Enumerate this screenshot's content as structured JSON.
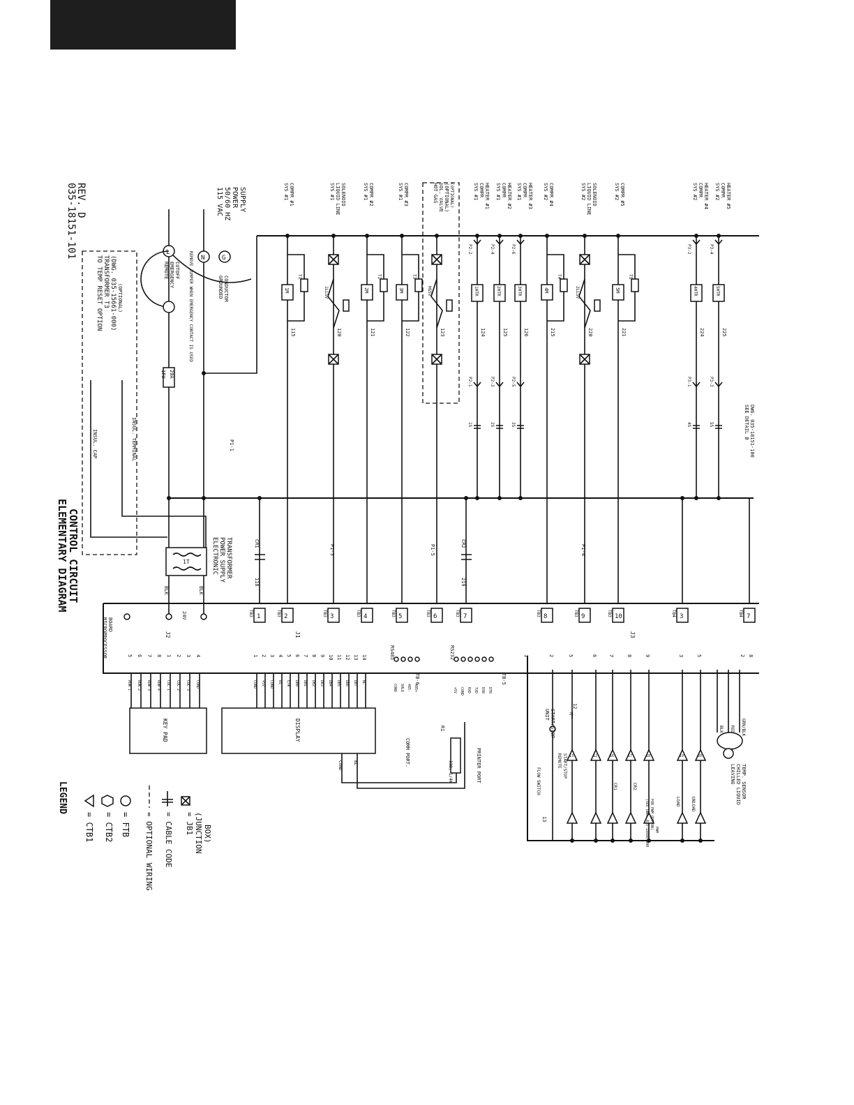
{
  "header": {
    "drawing_number": "035-18151-101",
    "revision": "REV. D"
  },
  "title": {
    "line1": "ELEMENTARY DIAGRAM",
    "line2": "CONTROL CIRCUIT"
  },
  "power": {
    "supply": [
      "115 VAC",
      "50/60 HZ",
      "POWER",
      "SUPPLY"
    ],
    "remote_cutoff": [
      "REMOTE",
      "EMERGENCY",
      "CUTOFF"
    ],
    "jumper_note": "REMOVE JUMPER WHEN EMERGENCY CONTACT IS USED",
    "ground": [
      "GROUNDED",
      "CONDUCTOR"
    ],
    "temp_reset": [
      "TO TEMP RESET OPTION",
      "TRANSFORMER T3",
      "(DWG. 035-15661-000)",
      "(OPTIONAL)"
    ],
    "insul_cap": "INSUL. CAP",
    "insul_terminal": "INSUL. TERMINAL",
    "transformer": [
      "ELECTRONIC",
      "POWER SUPPLY",
      "TRANSFORMER"
    ],
    "fuse": "1FU",
    "fuse_rating": "20A",
    "terminals": {
      "L": "L",
      "N": "N",
      "G": "G"
    },
    "voltage_24": "24V",
    "blk": "BLK",
    "wire_1": "1",
    "wire_2": "2",
    "wire_3": "3",
    "transformer_id": "1T",
    "micro_board": [
      "MICROPROCESSOR",
      "BOARD"
    ],
    "p1_1": "P1-1"
  },
  "loads": [
    {
      "label": [
        "SYS #1",
        "COMPR #1"
      ],
      "wire": "115",
      "device": "1M",
      "tb": "TB3",
      "tbn": "2"
    },
    {
      "label": [
        "SYS #1",
        "LIQUID LINE",
        "SOLENOID"
      ],
      "wire": "120",
      "device": "1LLSV",
      "tb": "TB3",
      "tbn": "3"
    },
    {
      "label": [
        "SYS #1",
        "COMPR #2"
      ],
      "wire": "121",
      "device": "2M",
      "tb": "TB3",
      "tbn": "4"
    },
    {
      "label": [
        "SYS #1",
        "COMPR #3"
      ],
      "wire": "122",
      "device": "3M",
      "tb": "TB3",
      "tbn": "5"
    },
    {
      "label": [
        "HOT GAS",
        "SOL. VALVE",
        "(OPTIONAL)"
      ],
      "wire": "123",
      "device": "HGSV",
      "tb": "TB3",
      "tbn": "6"
    },
    {
      "label": [
        "SYS #1",
        "COMPR",
        "HEATER #1"
      ],
      "wire": "124",
      "device": "1HTR",
      "tb": "",
      "tbn": ""
    },
    {
      "label": [
        "SYS #1",
        "COMPR",
        "HEATER #2"
      ],
      "wire": "125",
      "device": "2HTR",
      "tb": "",
      "tbn": ""
    },
    {
      "label": [
        "SYS #1",
        "COMPR",
        "HEATER #3"
      ],
      "wire": "126",
      "device": "3HTR",
      "tb": "",
      "tbn": ""
    },
    {
      "label": [
        "SYS #2",
        "COMPR #4"
      ],
      "wire": "215",
      "device": "4M",
      "tb": "TB3",
      "tbn": "8"
    },
    {
      "label": [
        "SYS #2",
        "LIQUID LINE",
        "SOLENOID"
      ],
      "wire": "220",
      "device": "2LLSV",
      "tb": "TB3",
      "tbn": "9"
    },
    {
      "label": [
        "SYS #2",
        "COMPR #5"
      ],
      "wire": "221",
      "device": "5M",
      "tb": "TB3",
      "tbn": "10"
    },
    {
      "label": [
        "SYS #2",
        "COMPR",
        "HEATER #4"
      ],
      "wire": "224",
      "device": "4HTR",
      "tb": "",
      "tbn": ""
    },
    {
      "label": [
        "SYS #2",
        "COMPR",
        "HEATER #5"
      ],
      "wire": "225",
      "device": "5HTR",
      "tb": "",
      "tbn": ""
    }
  ],
  "misc_labels": {
    "cr1": "CR1",
    "cr2": "CR2",
    "w118": "118",
    "w219": "219",
    "p1_3": "P1-3",
    "p1_5": "P1-5",
    "p1_4": "P1-4",
    "tb3_1": "TB3",
    "tb3_1n": "1",
    "tb3_7": "TB3",
    "tb3_7n": "7",
    "tb4_3": "TB4",
    "tb4_3n": "3",
    "tb4_7": "TB4",
    "tb4_7n": "7",
    "see_detail": [
      "SEE DETAIL B",
      "DWG. 035-18151-100"
    ],
    "p2_1": "P2-1",
    "p2_2": "P2-2",
    "p2_3": "P2-3",
    "p2_4": "P2-4",
    "p2_5": "P2-5",
    "p2_6": "P2-6",
    "p3_1": "P3-1",
    "p3_2": "P3-2",
    "p3_3": "P3-3",
    "p3_4": "P3-4",
    "c1s": "1S",
    "c2s": "2S",
    "c3s": "3S",
    "c4s": "4S",
    "c5s": "5S",
    "t1": "T1",
    "t2": "T2",
    "t3": "T3",
    "t4": "T4",
    "t5": "T5",
    "opt": "(OPTIONAL)"
  },
  "connectors": {
    "j2": "J2",
    "j2_pins": [
      "5",
      "6",
      "7",
      "8",
      "1",
      "2",
      "3",
      "4"
    ],
    "keypad_signals": [
      "ROW 1",
      "ROW 2",
      "ROW 3",
      "ROW 4",
      "COL 1",
      "COL 2",
      "COL 3",
      "COND"
    ],
    "keypad": "KEY PAD",
    "j1": "J1",
    "j1_pins": [
      "1",
      "2",
      "3",
      "4",
      "5",
      "6",
      "7",
      "8",
      "9",
      "10",
      "11",
      "12",
      "13",
      "14"
    ],
    "display_signals": [
      "COND",
      "+5V",
      "COND",
      "RS",
      "E/W",
      "DB0",
      "DB1",
      "DB2",
      "DB3",
      "DB4",
      "DB5",
      "DB6",
      "DB7",
      "BL"
    ],
    "display": "DISPLAY",
    "rs485": "RS485",
    "comm_port": "COMM PORT.",
    "comm_signals": [
      "COND",
      "SHLD",
      "485-",
      "485+"
    ],
    "tb6": "TB-6",
    "rs232": "RS232",
    "printer_port": "PRINTER PORT",
    "printer_signals": [
      "+5V",
      "COND",
      "RXD",
      "TXD",
      "DSR",
      "DTR"
    ],
    "tb5": "TB-5",
    "r1": "R1",
    "r1_value": "33Ω, 1/4W",
    "cond": "COND",
    "bl": "BL",
    "j3": "J3",
    "j3_pins": [
      "1",
      "2",
      "5",
      "6",
      "7",
      "8",
      "9",
      "3",
      "5",
      "2",
      "8"
    ]
  },
  "inputs": {
    "unit_switch": [
      "UNIT",
      "START/STOP"
    ],
    "remote": [
      "REMOTE",
      "START/STOP"
    ],
    "flow_switch": "FLOW SWITCH",
    "pwm_note": [
      "(SEE DWG. 035-18880-000",
      "FOR PWM OPTION)",
      "PWM"
    ],
    "load": "LOAD",
    "unload": "UNLOAD",
    "sensor": [
      "LEAVING",
      "CHILLED LIQUID",
      "TEMP. SENSOR"
    ],
    "sensor_wires": [
      "BLK",
      "RED",
      "GRN/BLK"
    ],
    "cr1": "CR1",
    "cr2": "CR2",
    "w13": "13",
    "w12": "12",
    "triangles": [
      "13",
      "12",
      "16",
      "17",
      "18",
      "19",
      "20",
      "21"
    ]
  },
  "legend": {
    "title": "LEGEND",
    "items": [
      "= CTB1",
      "= CTB2",
      "= FTB",
      "= OPTIONAL WIRING",
      "= CABLE CODE",
      "= JB1",
      "(JUNCTION",
      "BOX)"
    ]
  }
}
